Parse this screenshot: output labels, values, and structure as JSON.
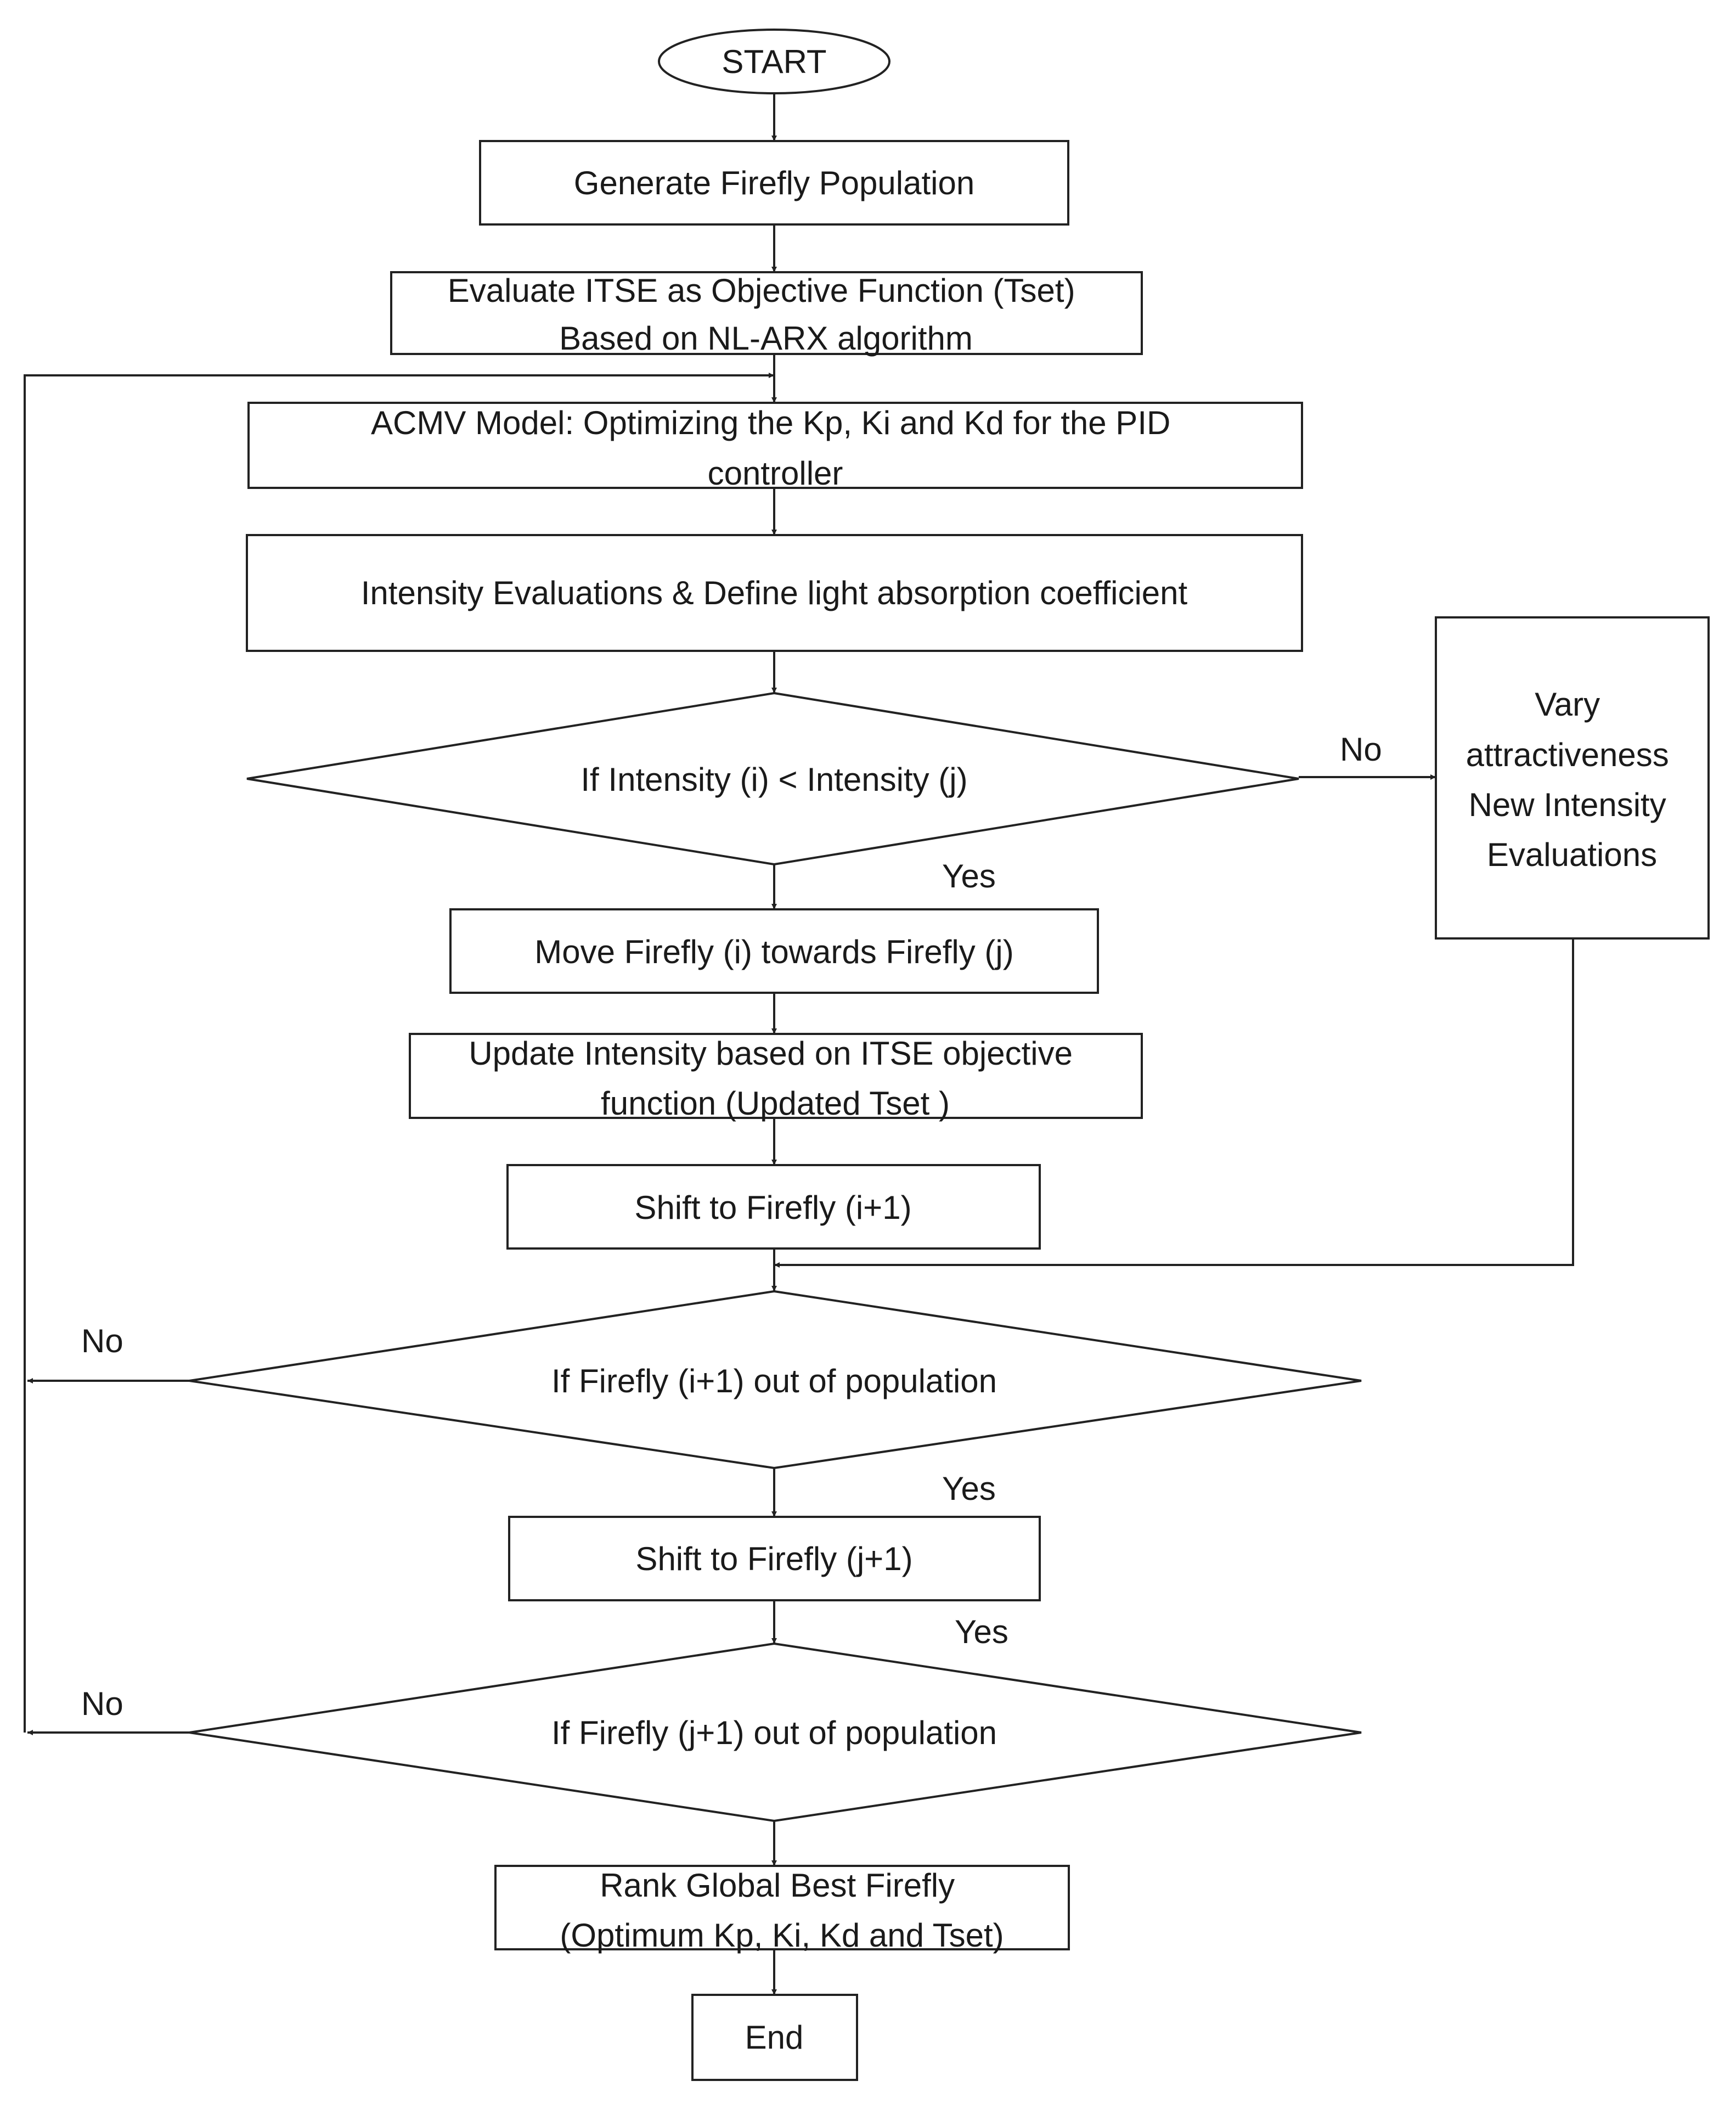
{
  "nodes": {
    "start": {
      "lines": [
        "START"
      ]
    },
    "generate_population": {
      "lines": [
        "Generate Firefly Population"
      ]
    },
    "evaluate_itse": {
      "lines": [
        "Evaluate ITSE as Objective Function (Tset)",
        "Based on NL-ARX algorithm"
      ]
    },
    "acmv_model": {
      "lines": [
        "ACMV Model: Optimizing the Kp, Ki and Kd for the PID",
        "controller"
      ]
    },
    "intensity_evaluations": {
      "lines": [
        "Intensity Evaluations & Define light absorption coefficient"
      ]
    },
    "intensity_decision": {
      "lines": [
        "If Intensity (i) < Intensity (j)"
      ]
    },
    "vary_attractiveness": {
      "lines": [
        "Vary",
        "attractiveness",
        "New Intensity",
        "Evaluations"
      ]
    },
    "move_firefly": {
      "lines": [
        "Move Firefly (i) towards Firefly (j)"
      ]
    },
    "update_intensity": {
      "lines": [
        "Update Intensity based on ITSE objective",
        "function (Updated Tset )"
      ]
    },
    "shift_i": {
      "lines": [
        "Shift to Firefly (i+1)"
      ]
    },
    "decision_i_out": {
      "lines": [
        "If Firefly (i+1) out of population"
      ]
    },
    "shift_j": {
      "lines": [
        "Shift to Firefly (j+1)"
      ]
    },
    "decision_j_out": {
      "lines": [
        "If Firefly (j+1) out of population"
      ]
    },
    "rank_best": {
      "lines": [
        "Rank Global Best Firefly",
        "(Optimum Kp, Ki, Kd and Tset)"
      ]
    },
    "end": {
      "lines": [
        "End"
      ]
    }
  },
  "edge_labels": {
    "intensity_no": "No",
    "intensity_yes": "Yes",
    "i_out_no": "No",
    "i_out_yes": "Yes",
    "shift_j_yes": "Yes",
    "j_out_no": "No"
  }
}
